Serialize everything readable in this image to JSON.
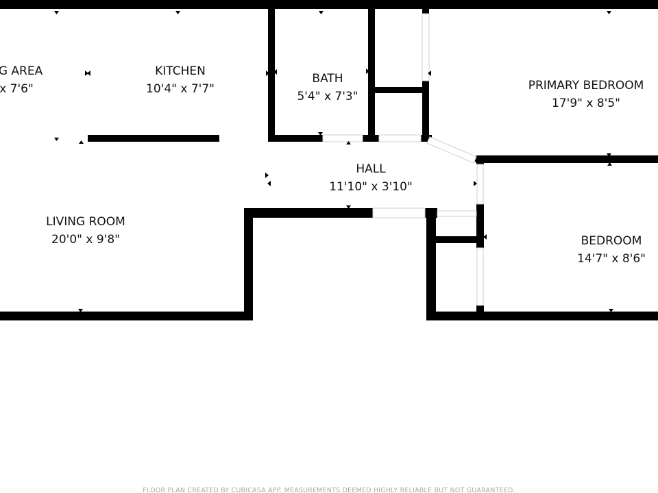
{
  "rooms": {
    "dining": {
      "name": "G AREA",
      "dims": "x 7'6\""
    },
    "kitchen": {
      "name": "KITCHEN",
      "dims": "10'4\" x 7'7\""
    },
    "bath": {
      "name": "BATH",
      "dims": "5'4\" x 7'3\""
    },
    "primary_bedroom": {
      "name": "PRIMARY BEDROOM",
      "dims": "17'9\" x 8'5\""
    },
    "hall": {
      "name": "HALL",
      "dims": "11'10\" x 3'10\""
    },
    "living_room": {
      "name": "LIVING ROOM",
      "dims": "20'0\" x 9'8\""
    },
    "bedroom": {
      "name": "BEDROOM",
      "dims": "14'7\" x 8'6\""
    }
  },
  "footer": {
    "disclaimer": "FLOOR PLAN CREATED BY CUBICASA APP. MEASUREMENTS DEEMED HIGHLY RELIABLE BUT NOT GUARANTEED."
  },
  "colors": {
    "wall": "#000000",
    "door": "#cfcfcf",
    "text": "#111111",
    "footer": "#a8a8a8"
  }
}
